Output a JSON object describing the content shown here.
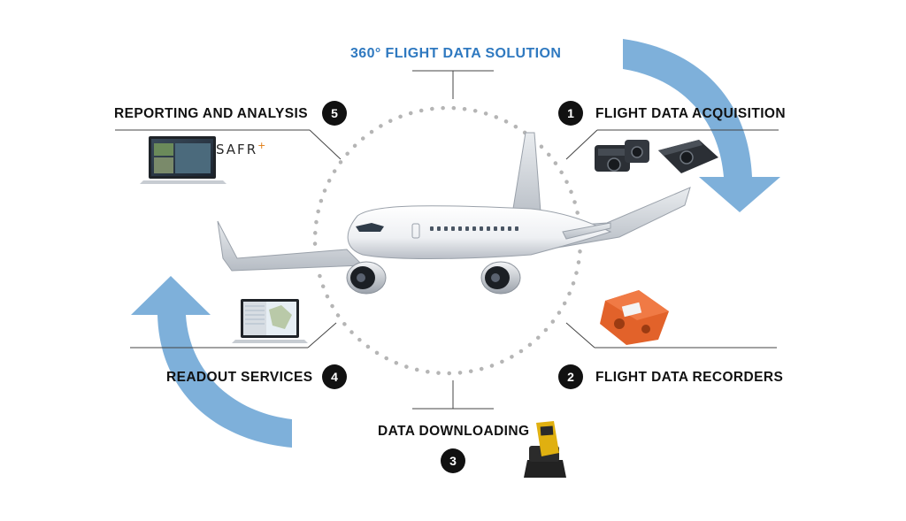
{
  "title": "360° FLIGHT DATA SOLUTION",
  "steps": [
    {
      "number": "1",
      "label": "FLIGHT DATA ACQUISITION"
    },
    {
      "number": "2",
      "label": "FLIGHT DATA RECORDERS"
    },
    {
      "number": "3",
      "label": "DATA DOWNLOADING"
    },
    {
      "number": "4",
      "label": "READOUT SERVICES"
    },
    {
      "number": "5",
      "label": "REPORTING AND ANALYSIS"
    }
  ],
  "logo": {
    "text": "SAFR",
    "suffix": "+"
  },
  "colors": {
    "title": "#2f79c0",
    "arrow": "#7eb0da",
    "badge": "#111111",
    "recorder": "#e2622a",
    "dotted_ring": "#b5b5b5"
  },
  "icons": [
    "airplane-icon",
    "acquisition-units-icon",
    "recorder-icon",
    "download-dock-icon",
    "laptop-icon",
    "laptop-map-icon",
    "cycle-arrow-icon"
  ]
}
